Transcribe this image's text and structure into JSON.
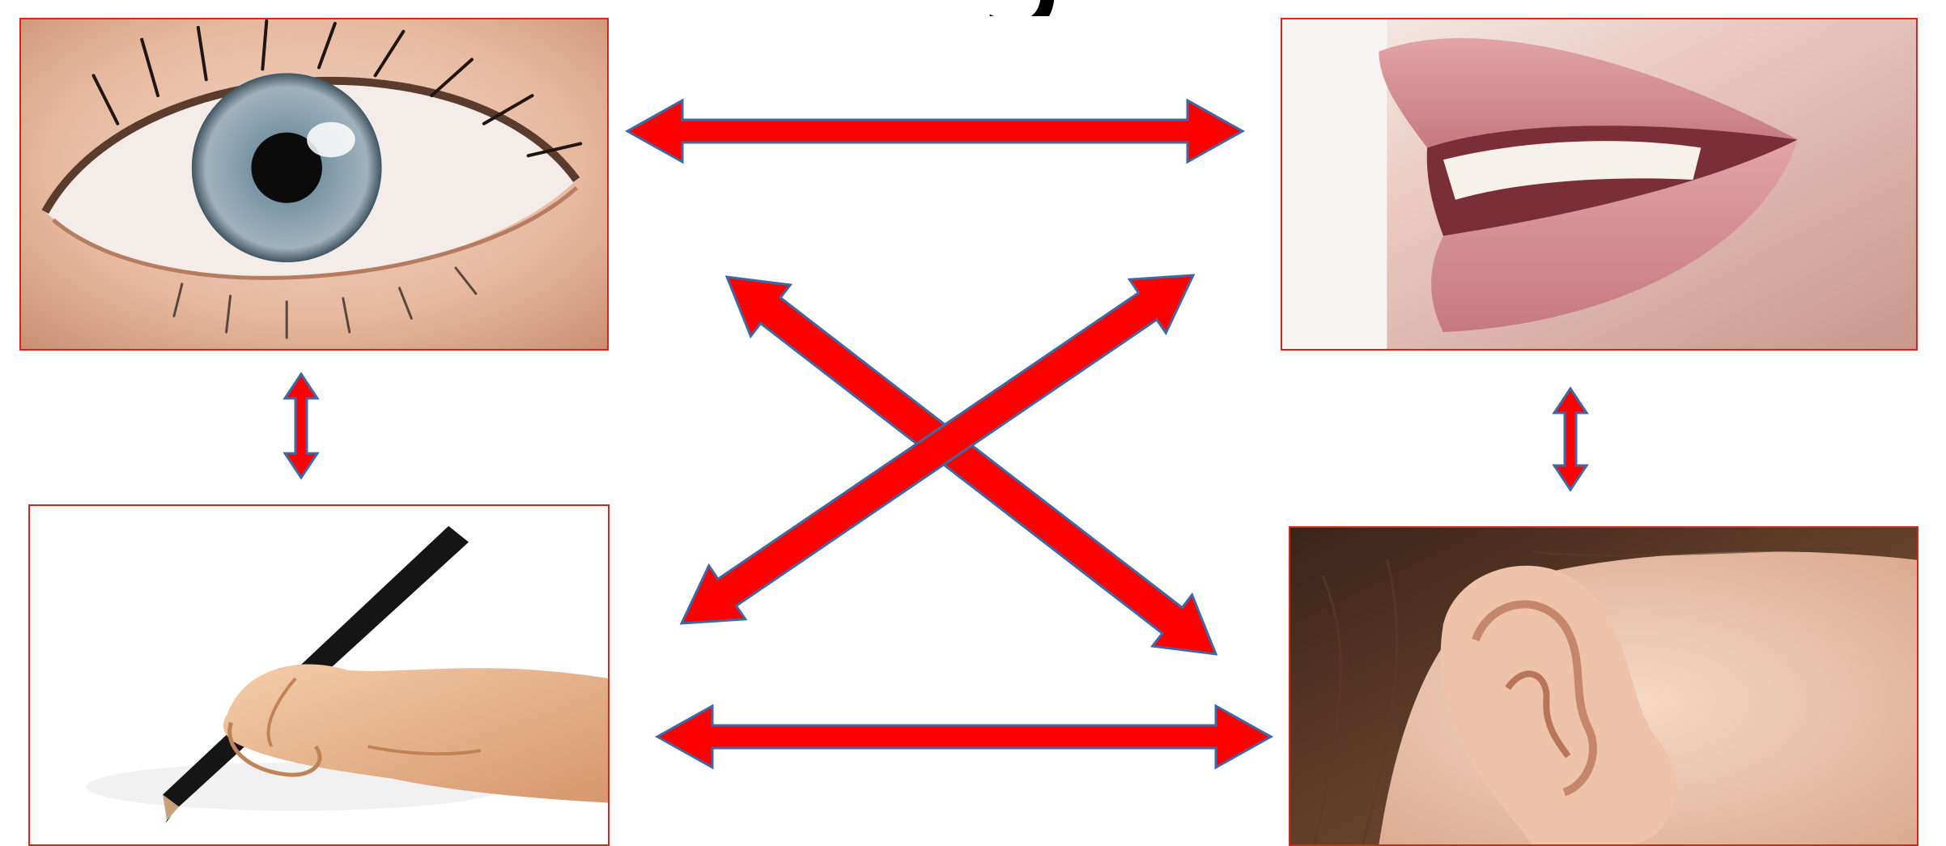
{
  "title_fragment": "g",
  "colors": {
    "frame": "#e0201a",
    "arrow_fill": "#ff0000",
    "arrow_outline": "#3d6aa6"
  },
  "photos": [
    {
      "id": "eye",
      "icon": "eye-icon"
    },
    {
      "id": "mouth",
      "icon": "mouth-icon"
    },
    {
      "id": "hand-writing",
      "icon": "pencil-hand-icon"
    },
    {
      "id": "ear",
      "icon": "ear-icon"
    }
  ],
  "connections": [
    {
      "from": "eye",
      "to": "mouth",
      "style": "double-headed"
    },
    {
      "from": "hand-writing",
      "to": "ear",
      "style": "double-headed"
    },
    {
      "from": "eye",
      "to": "hand-writing",
      "style": "double-headed"
    },
    {
      "from": "mouth",
      "to": "ear",
      "style": "double-headed"
    },
    {
      "from": "eye",
      "to": "ear",
      "style": "double-headed"
    },
    {
      "from": "mouth",
      "to": "hand-writing",
      "style": "double-headed"
    }
  ]
}
